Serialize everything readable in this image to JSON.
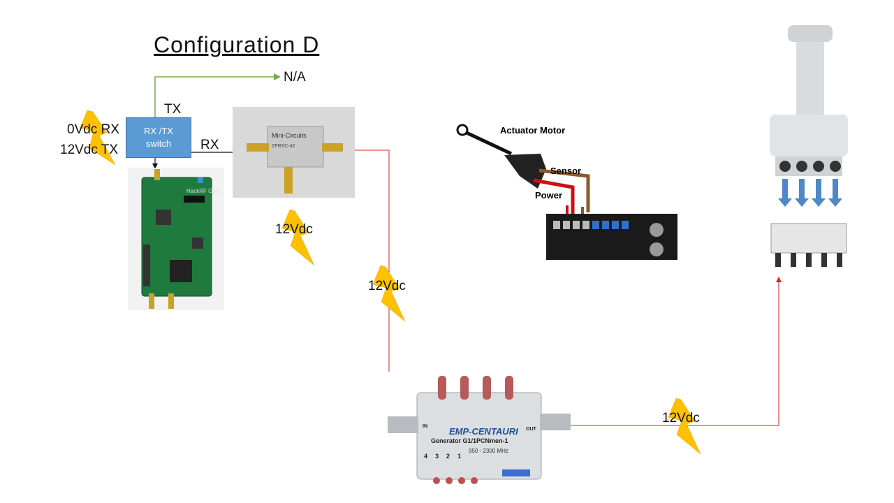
{
  "title": "Configuration  D",
  "switch": {
    "line1": "RX /TX",
    "line2": "switch"
  },
  "labels": {
    "na": "N/A",
    "tx": "TX",
    "rx": "RX",
    "rx_state": "0Vdc RX",
    "tx_state": "12Vdc TX"
  },
  "voltages": {
    "amp": "12Vdc",
    "feed": "12Vdc",
    "lnb": "12Vdc"
  },
  "actuator": {
    "title": "Actuator Motor",
    "sensor": "Sensor",
    "power": "Power"
  },
  "switch_device": {
    "brand": "EMP-CENTAURI",
    "model": "Generator G1/1PCNmen-1",
    "freq": "950 - 2300 MHz",
    "ports": [
      "4",
      "3",
      "2",
      "1"
    ],
    "in": "IN",
    "out": "OUT"
  },
  "colors": {
    "green_line": "#70ad47",
    "red_line": "#e02020",
    "bolt": "#ffc000",
    "box": "#5b9bd5"
  }
}
